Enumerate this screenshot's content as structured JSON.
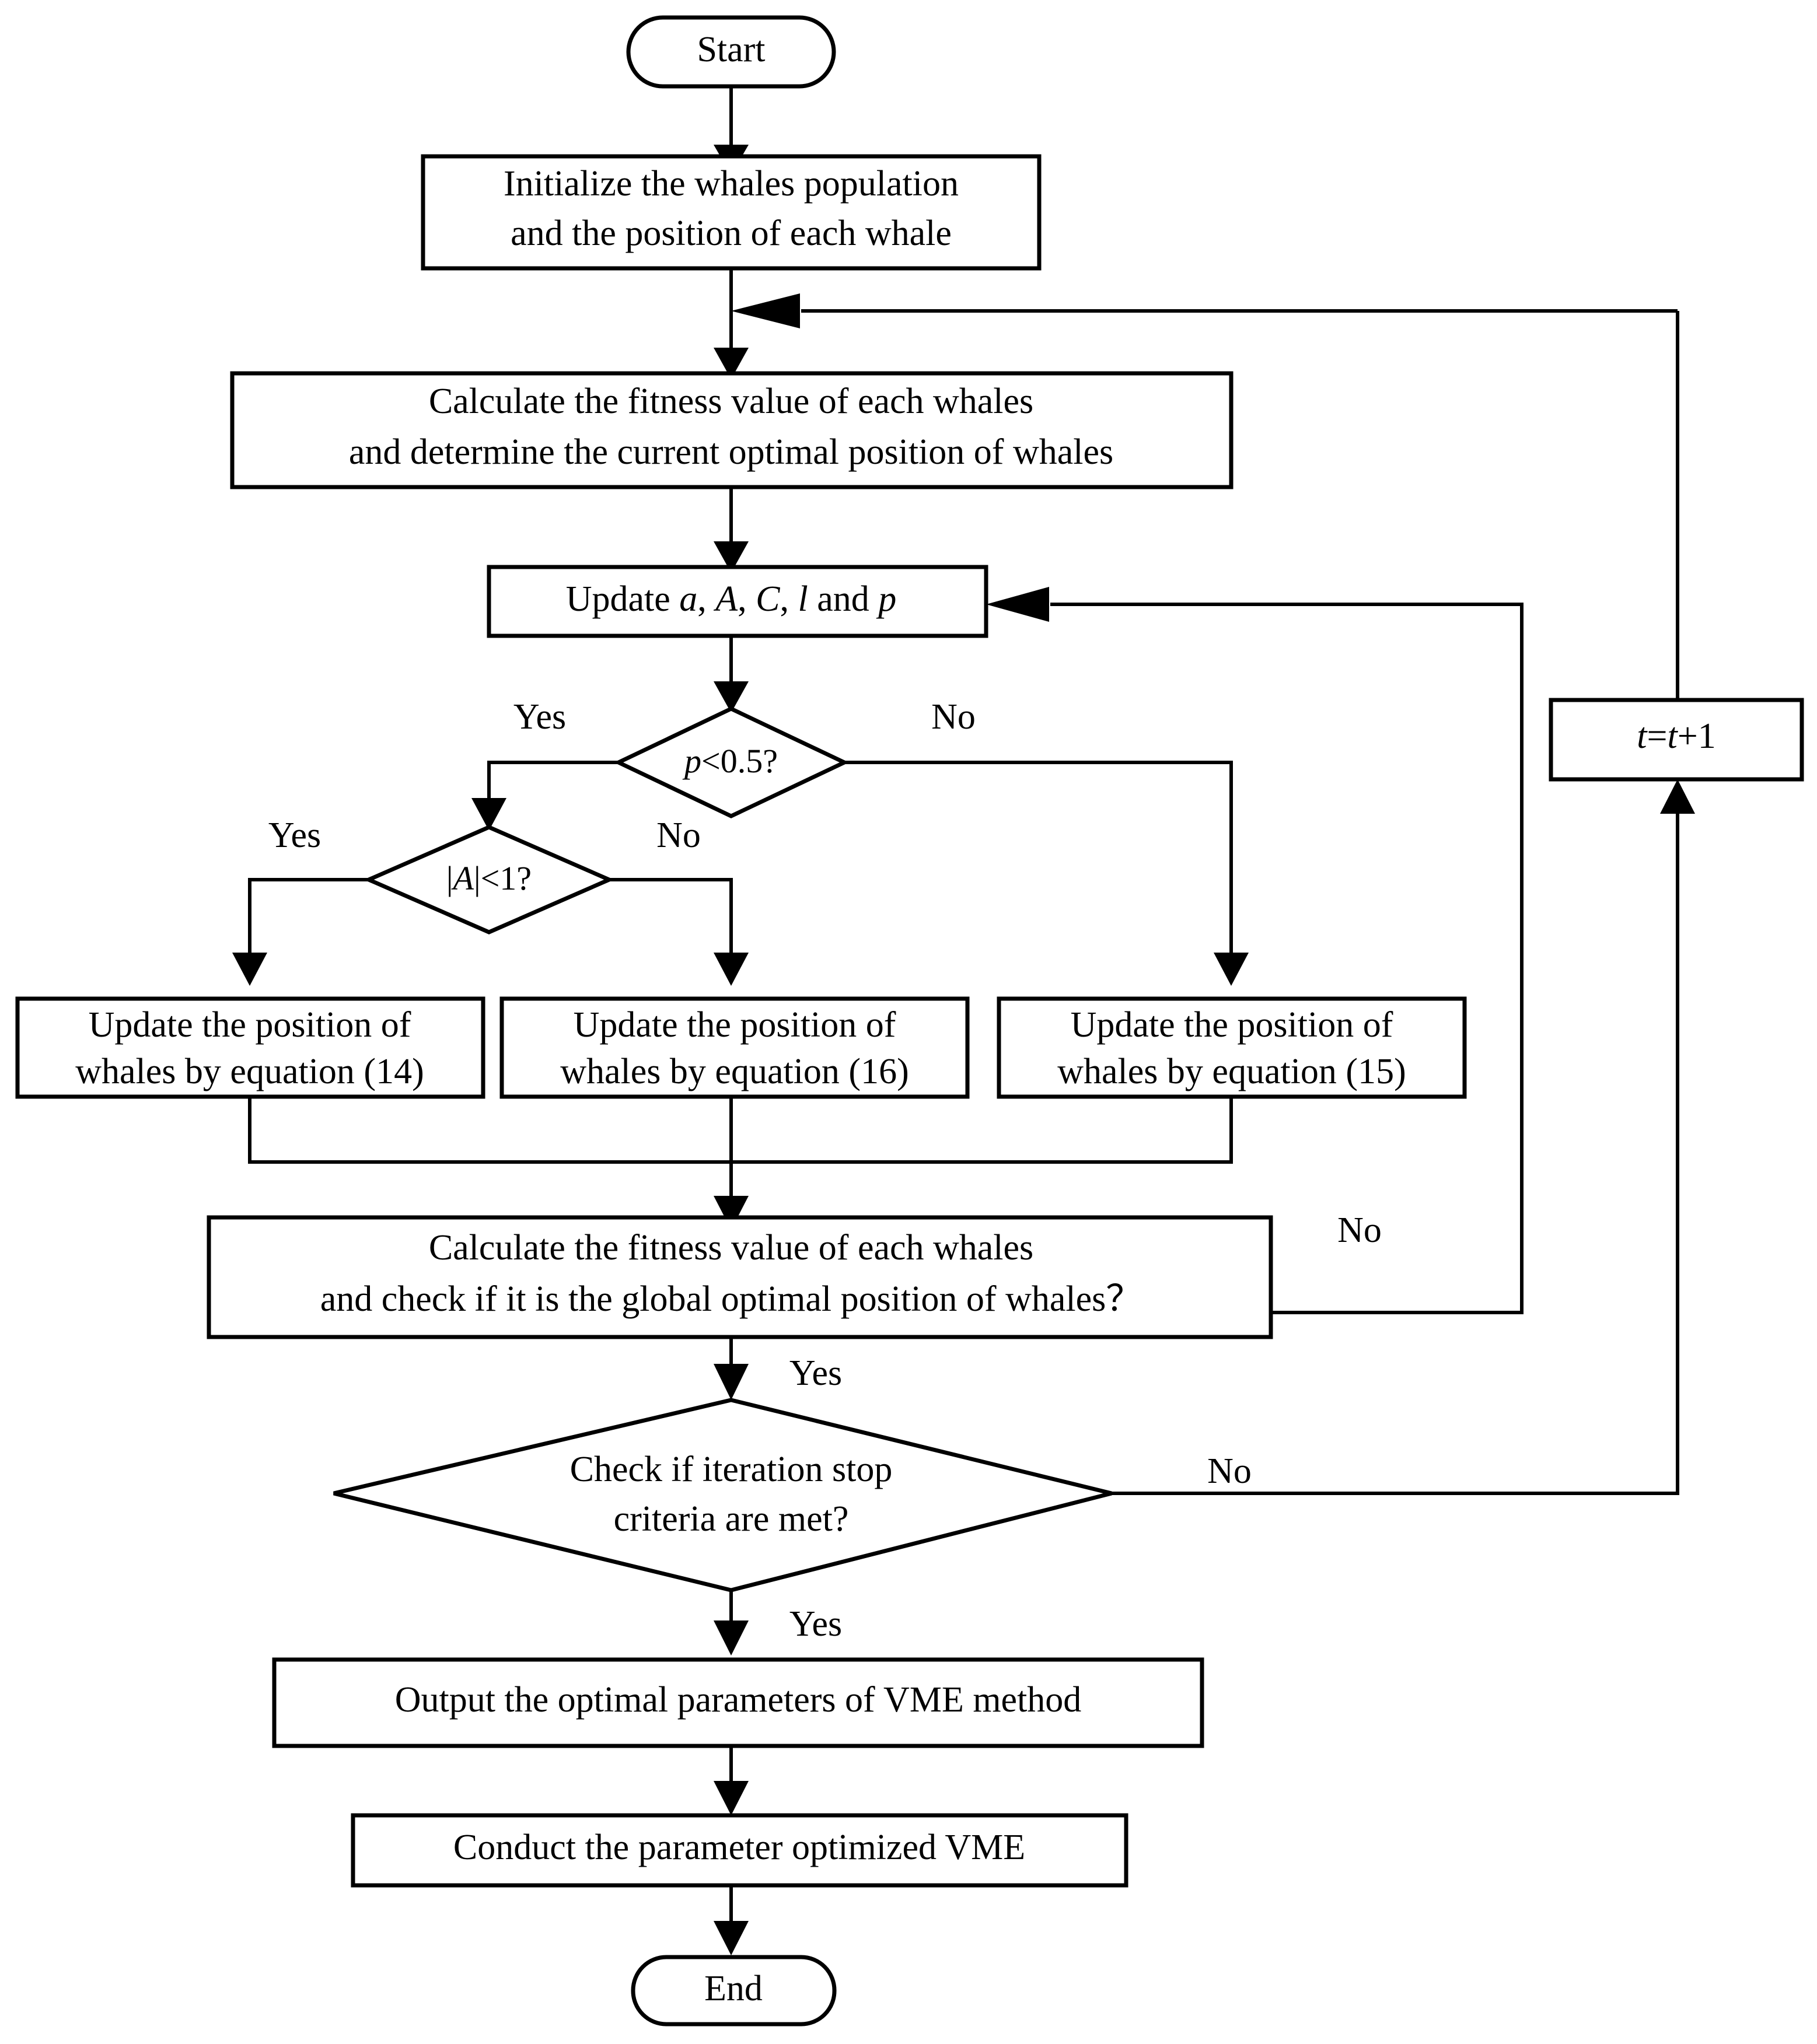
{
  "diagram": {
    "title": "WOA optimized VME flowchart",
    "line_color": "#000000",
    "fill_color": "#ffffff"
  },
  "nodes": {
    "start": {
      "label": "Start",
      "shape": "terminator"
    },
    "init": {
      "line1": "Initialize the whales population",
      "line2": "and the position of each whale",
      "shape": "process"
    },
    "calc_fitness": {
      "line1": "Calculate the fitness value of each whales",
      "line2": "and determine the current optimal position of whales",
      "shape": "process"
    },
    "update_params": {
      "prefix": "Update ",
      "var_a": "a",
      "sep1": ", ",
      "var_A": "A",
      "sep2": ", ",
      "var_C": "C",
      "sep3": ", ",
      "var_l": "l",
      "mid": " and ",
      "var_p": "p",
      "shape": "process"
    },
    "decision_p": {
      "var": "p",
      "rest": "<0.5?",
      "yes_label": "Yes",
      "no_label": "No",
      "shape": "decision"
    },
    "decision_A": {
      "expr_open": "|",
      "var": "A",
      "expr_close": "|<1?",
      "yes_label": "Yes",
      "no_label": "No",
      "shape": "decision"
    },
    "update_eq14": {
      "line1": "Update the position of",
      "line2": "whales by equation (14)",
      "shape": "process"
    },
    "update_eq16": {
      "line1": "Update the position of",
      "line2": "whales by equation (16)",
      "shape": "process"
    },
    "update_eq15": {
      "line1": "Update the position of",
      "line2": "whales by equation (15)",
      "shape": "process"
    },
    "check_global": {
      "line1": "Calculate the fitness value of each whales",
      "line2": "and check if it is the global optimal position of whales？",
      "no_label": "No",
      "yes_label": "Yes",
      "shape": "process"
    },
    "stop_criteria": {
      "line1": "Check if iteration stop",
      "line2": "criteria are met?",
      "no_label": "No",
      "yes_label": "Yes",
      "shape": "decision"
    },
    "output_params": {
      "label": "Output the optimal parameters of VME method",
      "shape": "process"
    },
    "conduct_vme": {
      "label": "Conduct the parameter optimized VME",
      "shape": "process"
    },
    "increment": {
      "var1": "t",
      "eq": "=",
      "var2": "t",
      "plus": "+1",
      "shape": "process"
    },
    "end": {
      "label": "End",
      "shape": "terminator"
    }
  }
}
